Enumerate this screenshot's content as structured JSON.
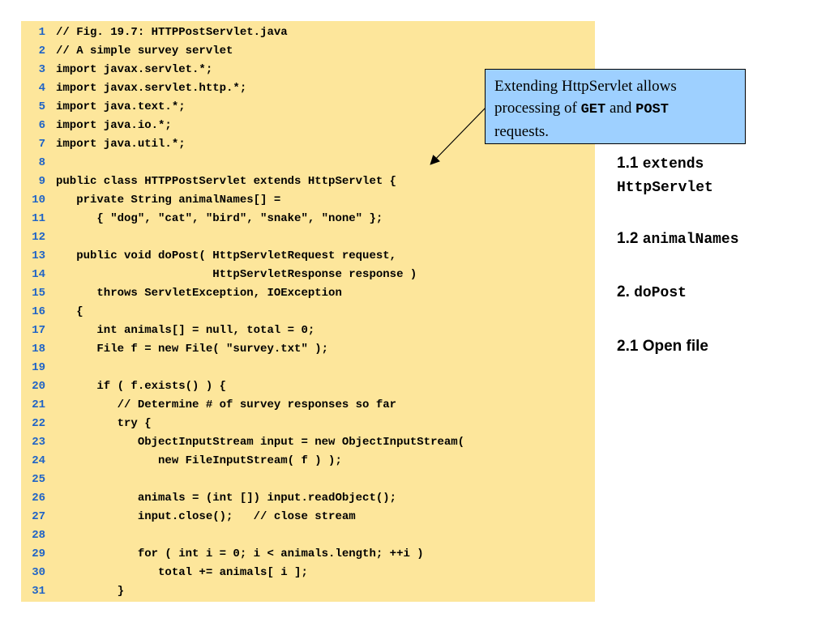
{
  "code": {
    "lines": [
      {
        "num": "1",
        "text": "// Fig. 19.7: HTTPPostServlet.java"
      },
      {
        "num": "2",
        "text": "// A simple survey servlet"
      },
      {
        "num": "3",
        "text": "import javax.servlet.*;"
      },
      {
        "num": "4",
        "text": "import javax.servlet.http.*;"
      },
      {
        "num": "5",
        "text": "import java.text.*;"
      },
      {
        "num": "6",
        "text": "import java.io.*;"
      },
      {
        "num": "7",
        "text": "import java.util.*;"
      },
      {
        "num": "8",
        "text": ""
      },
      {
        "num": "9",
        "text": "public class HTTPPostServlet extends HttpServlet {"
      },
      {
        "num": "10",
        "text": "   private String animalNames[] ="
      },
      {
        "num": "11",
        "text": "      { \"dog\", \"cat\", \"bird\", \"snake\", \"none\" };"
      },
      {
        "num": "12",
        "text": ""
      },
      {
        "num": "13",
        "text": "   public void doPost( HttpServletRequest request,"
      },
      {
        "num": "14",
        "text": "                       HttpServletResponse response )"
      },
      {
        "num": "15",
        "text": "      throws ServletException, IOException"
      },
      {
        "num": "16",
        "text": "   {"
      },
      {
        "num": "17",
        "text": "      int animals[] = null, total = 0;"
      },
      {
        "num": "18",
        "text": "      File f = new File( \"survey.txt\" );"
      },
      {
        "num": "19",
        "text": ""
      },
      {
        "num": "20",
        "text": "      if ( f.exists() ) {"
      },
      {
        "num": "21",
        "text": "         // Determine # of survey responses so far"
      },
      {
        "num": "22",
        "text": "         try {"
      },
      {
        "num": "23",
        "text": "            ObjectInputStream input = new ObjectInputStream("
      },
      {
        "num": "24",
        "text": "               new FileInputStream( f ) );"
      },
      {
        "num": "25",
        "text": ""
      },
      {
        "num": "26",
        "text": "            animals = (int []) input.readObject();"
      },
      {
        "num": "27",
        "text": "            input.close();   // close stream"
      },
      {
        "num": "28",
        "text": ""
      },
      {
        "num": "29",
        "text": "            for ( int i = 0; i < animals.length; ++i )"
      },
      {
        "num": "30",
        "text": "               total += animals[ i ];"
      },
      {
        "num": "31",
        "text": "         }"
      }
    ]
  },
  "callout": {
    "text_1": "Extending HttpServlet allows",
    "text_2": "processing of ",
    "code_get": "GET",
    "text_and": " and ",
    "code_post": "POST",
    "text_3": "requests."
  },
  "outline": [
    {
      "num": "1.1 ",
      "code": "extends",
      "code2": "HttpServlet"
    },
    {
      "num": "1.2 ",
      "code": "animalNames"
    },
    {
      "num": "2. ",
      "code": "doPost"
    },
    {
      "num": "2.1 Open file"
    }
  ],
  "colors": {
    "code_background": "#fde69b",
    "line_number": "#1f63c6",
    "callout_background": "#9ed0ff"
  }
}
